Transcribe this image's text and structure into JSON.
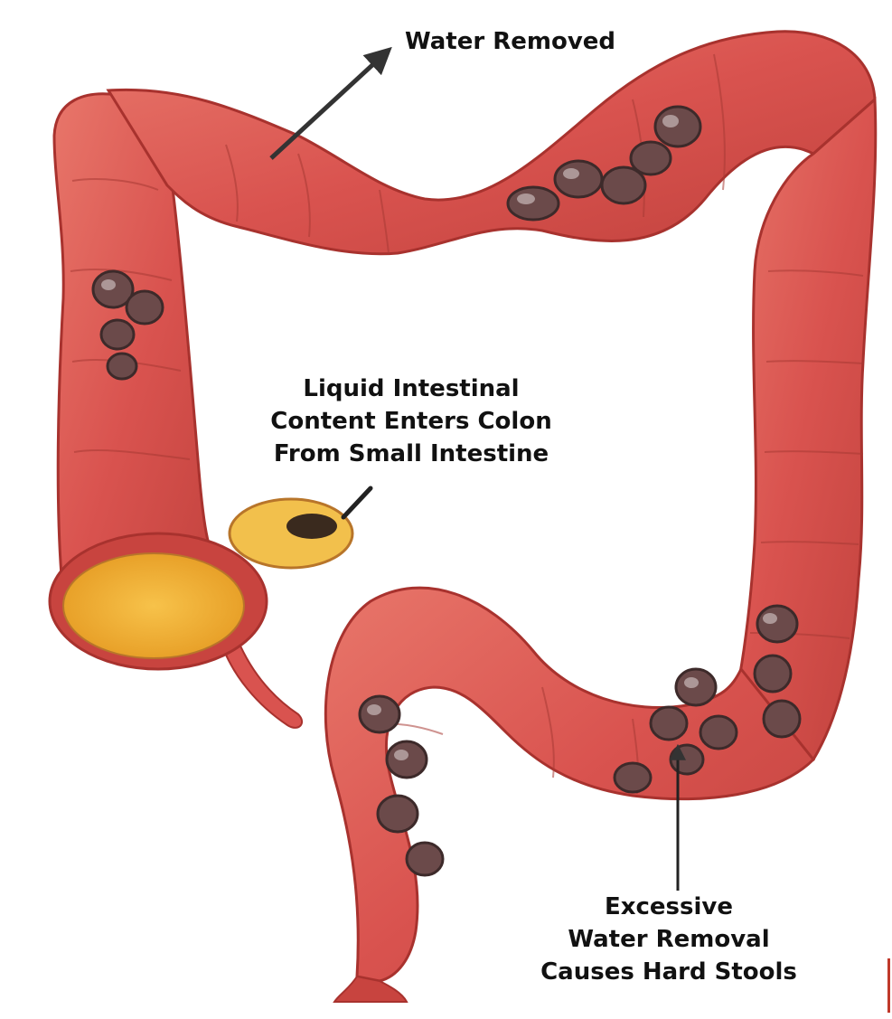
{
  "labels": {
    "water_removed": "Water Removed",
    "liquid_content": [
      "Liquid Intestinal",
      "Content Enters Colon",
      "From Small Intestine"
    ],
    "excessive_removal": [
      "Excessive",
      "Water Removal",
      "Causes Hard Stools"
    ]
  },
  "colors": {
    "colon_body": "#d9534f",
    "colon_dark": "#b8322f",
    "colon_light": "#f08a7c",
    "stool": "#6b4a4a",
    "stool_highlight": "#c8b8b8",
    "cecum_yellow": "#f2b035",
    "arrow": "#333333",
    "edge_mark": "#c0392b"
  },
  "icons": [
    "arrow-up-right-icon",
    "arrow-up-icon",
    "probe-icon"
  ]
}
